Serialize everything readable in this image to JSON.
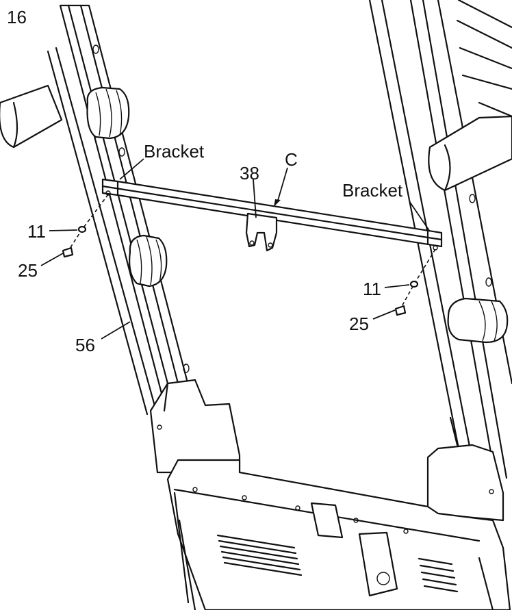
{
  "step_number": "16",
  "callouts": {
    "bracket_left": "Bracket",
    "bracket_right": "Bracket",
    "part_c": "C",
    "part_38": "38",
    "part_56": "56",
    "part_11_left": "11",
    "part_25_left": "25",
    "part_11_right": "11",
    "part_25_right": "25"
  },
  "colors": {
    "ink": "#111111",
    "paper": "#ffffff"
  }
}
